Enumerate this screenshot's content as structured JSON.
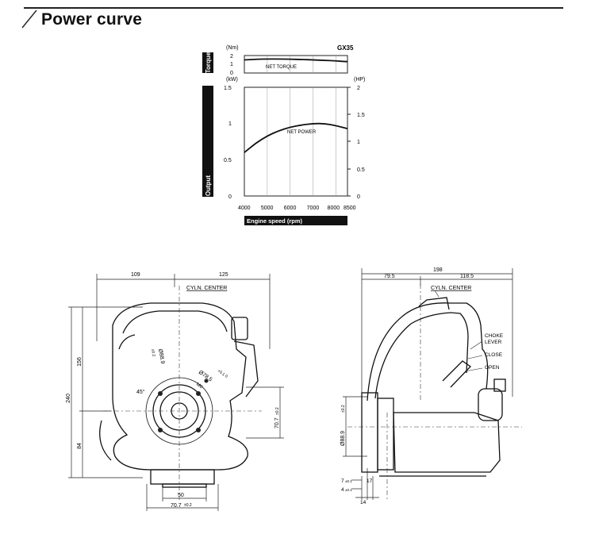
{
  "header": {
    "title": "Power curve"
  },
  "chart_data": {
    "type": "line",
    "title": "GX35",
    "xlabel": "Engine speed (rpm)",
    "x_ticks": [
      "4000",
      "5000",
      "6000",
      "7000",
      "8000",
      "8500"
    ],
    "xlim": [
      4000,
      8500
    ],
    "torque_panel": {
      "ylabel": "Torque",
      "unit": "(Nm)",
      "y_ticks": [
        "2",
        "1",
        "0"
      ],
      "ylim": [
        0,
        2
      ],
      "series": [
        {
          "name": "NET TORQUE",
          "x": [
            4000,
            4500,
            5000,
            5500,
            6000,
            6500,
            7000,
            7500,
            8000,
            8500
          ],
          "y": [
            1.5,
            1.58,
            1.6,
            1.6,
            1.58,
            1.55,
            1.5,
            1.45,
            1.38,
            1.3
          ]
        }
      ]
    },
    "output_panel": {
      "ylabel": "Output",
      "unit_left": "(kW)",
      "unit_right": "(HP)",
      "y_ticks_left": [
        "1.5",
        "1",
        "0.5",
        "0"
      ],
      "y_ticks_right": [
        "2",
        "1.5",
        "1",
        "0.5",
        "0"
      ],
      "ylim": [
        0,
        1.5
      ],
      "series": [
        {
          "name": "NET POWER",
          "x": [
            4000,
            4500,
            5000,
            5500,
            6000,
            6500,
            7000,
            7500,
            8000,
            8500
          ],
          "y": [
            0.6,
            0.73,
            0.83,
            0.9,
            0.95,
            0.98,
            1.0,
            1.0,
            0.97,
            0.93
          ]
        }
      ]
    }
  },
  "front_view": {
    "dims": {
      "left_width": "109",
      "right_width": "125",
      "total_height": "240",
      "upper_height": "156",
      "lower_height": "84",
      "bottom_inner": "50",
      "bottom_outer": "70.7",
      "bottom_outer_tol": "±0.2",
      "right_vertical": "70.7",
      "right_vertical_tol": "±0.2",
      "angle": "45°",
      "bolt_dia": "Ø88.9",
      "bolt_dia_tol": "±0.2",
      "hole": "Ø78.5",
      "hole_tol": "+0.1 0",
      "m6": "M6"
    },
    "labels": {
      "cyl_center": "CYLN. CENTER"
    }
  },
  "side_view": {
    "dims": {
      "total_width": "198",
      "left_width": "79.5",
      "right_width": "118.5",
      "dia": "Ø88.9",
      "dia_tol": "±0.2",
      "d7": "7",
      "d7_tol": "±0.1",
      "d17": "17",
      "d4": "4",
      "d4_tol": "±0.1",
      "d14": "14"
    },
    "labels": {
      "cyl_center": "CYLN. CENTER",
      "choke_lever": [
        "CHOKE",
        "LEVER"
      ],
      "close": "CLOSE",
      "open": "OPEN"
    }
  }
}
